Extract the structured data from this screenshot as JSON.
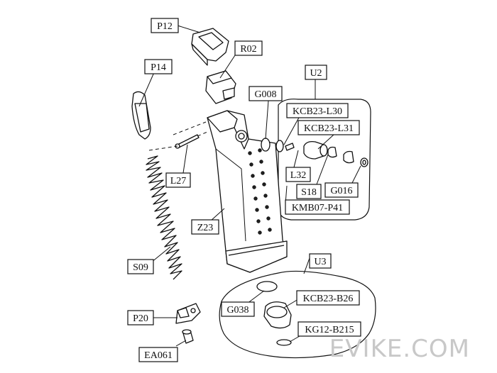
{
  "labels": {
    "P12": "P12",
    "R02": "R02",
    "P14": "P14",
    "G008": "G008",
    "U2": "U2",
    "KCB23_L30": "KCB23-L30",
    "KCB23_L31": "KCB23-L31",
    "L32": "L32",
    "S18": "S18",
    "G016": "G016",
    "KMB07_P41": "KMB07-P41",
    "L27": "L27",
    "Z23": "Z23",
    "S09": "S09",
    "U3": "U3",
    "G038": "G038",
    "KCB23_B26": "KCB23-B26",
    "KG12_B215": "KG12-B215",
    "P20": "P20",
    "EA061": "EA061"
  },
  "watermark": "EVIKE.COM"
}
